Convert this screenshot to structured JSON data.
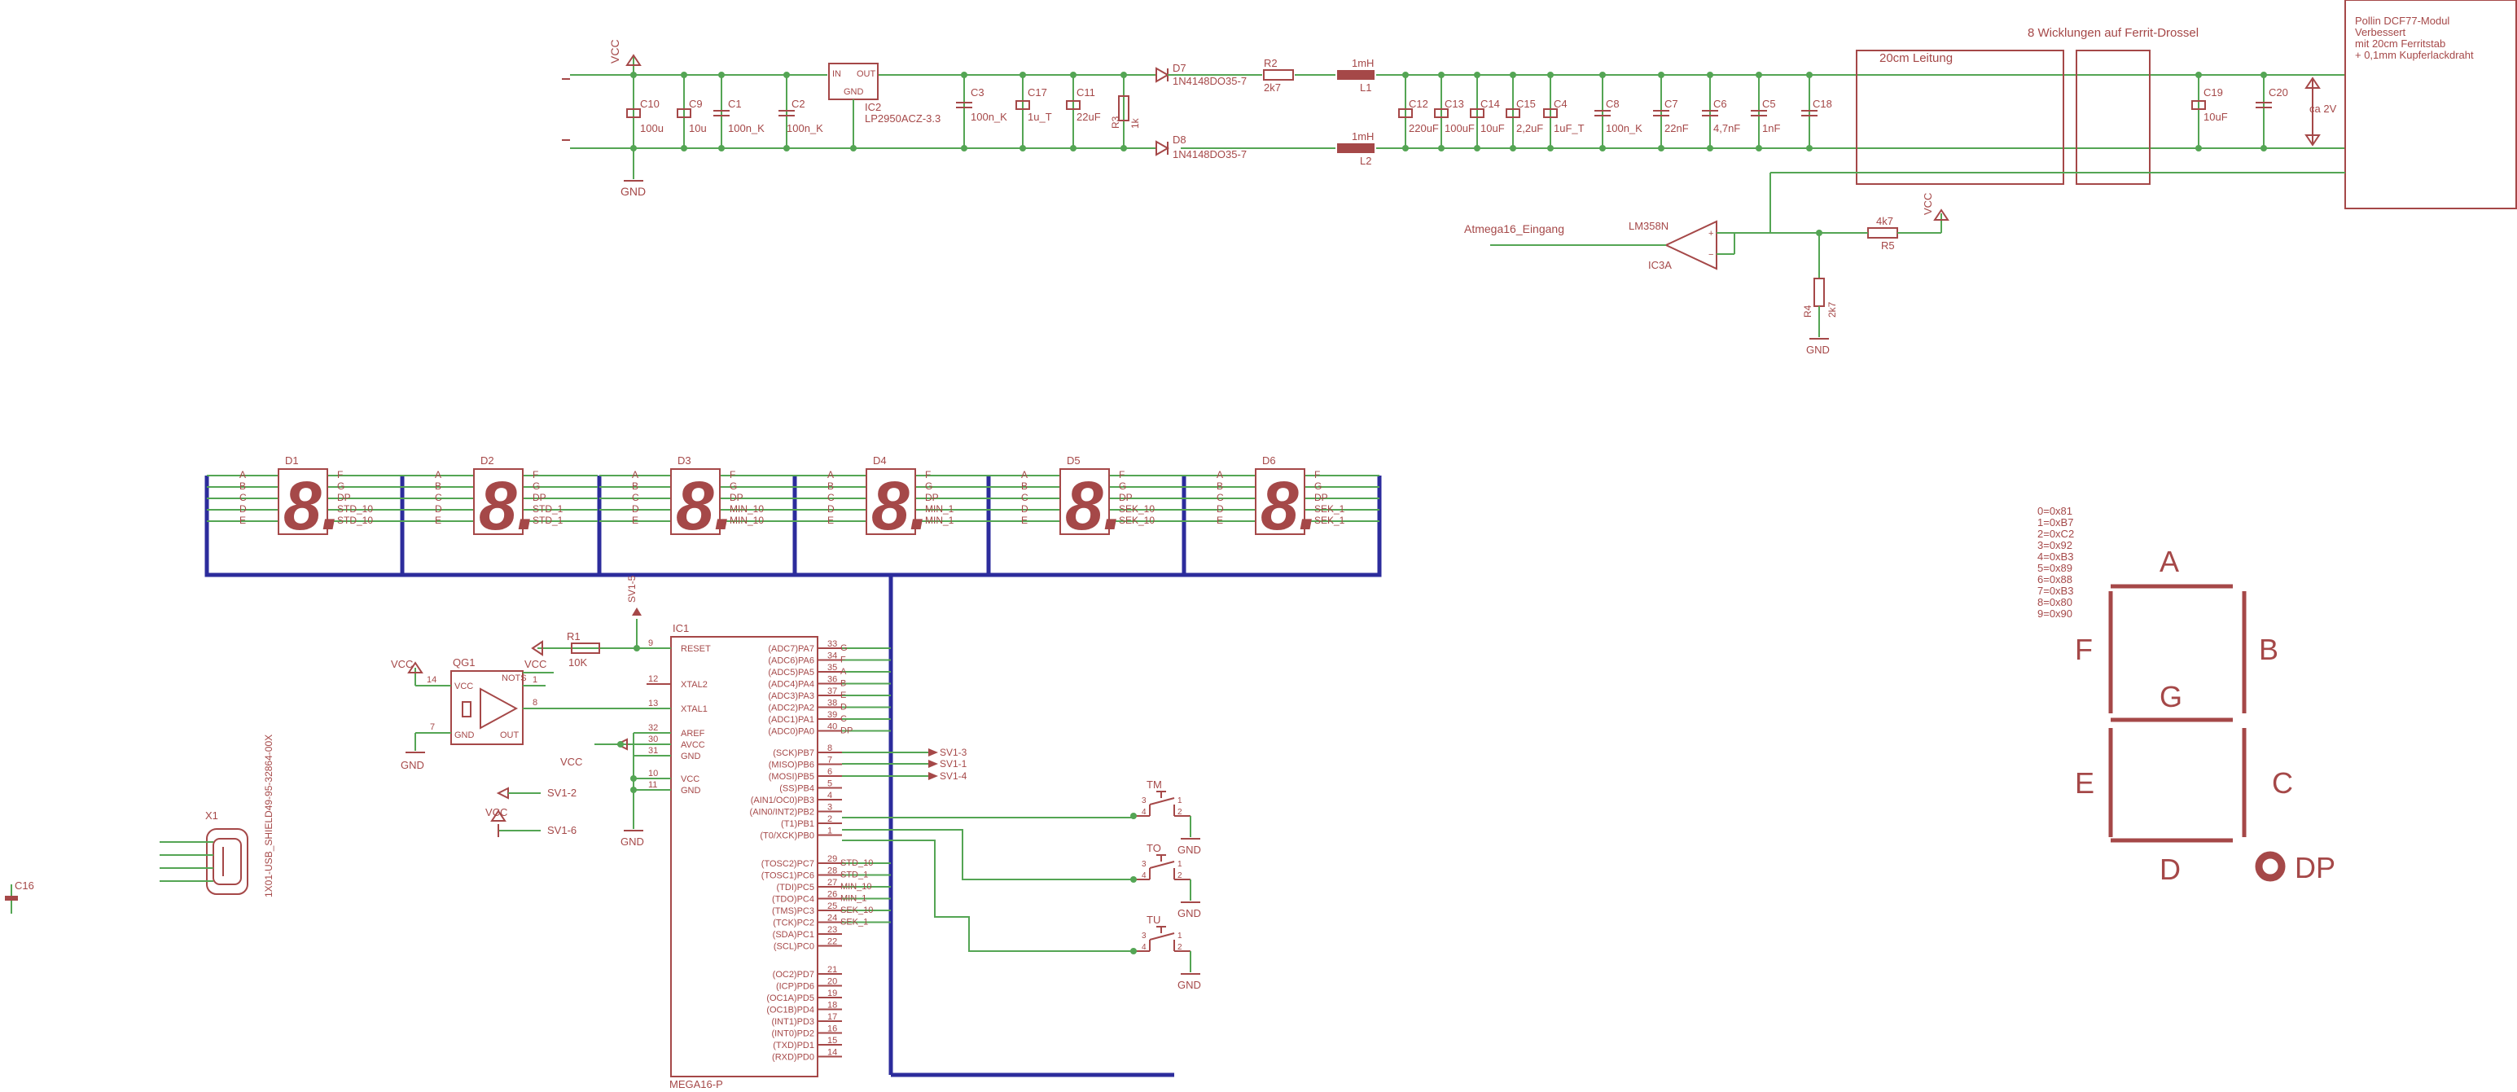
{
  "colors": {
    "wire": "#54a554",
    "bus": "#2c2c9c",
    "part": "#a54848",
    "background": "#ffffff"
  },
  "power": {
    "vcc": "VCC",
    "gnd": "GND",
    "caps": [
      {
        "name": "C10",
        "value": "100u"
      },
      {
        "name": "C9",
        "value": "10u"
      },
      {
        "name": "C1",
        "value": "100n_K"
      },
      {
        "name": "C2",
        "value": "100n_K"
      },
      {
        "name": "C3",
        "value": "100n_K"
      },
      {
        "name": "C17",
        "value": "1u_T"
      },
      {
        "name": "C11",
        "value": "22uF"
      }
    ],
    "regulator": {
      "name": "IC2",
      "part": "LP2950ACZ-3.3",
      "in": "IN",
      "out": "OUT",
      "gnd": "GND"
    },
    "r3": {
      "name": "R3",
      "value": "1k"
    },
    "d7": {
      "name": "D7",
      "part": "1N4148DO35-7"
    },
    "d8": {
      "name": "D8",
      "part": "1N4148DO35-7"
    },
    "r2": {
      "name": "R2",
      "value": "2k7"
    },
    "l1": {
      "name": "L1",
      "value": "1mH"
    },
    "l2": {
      "name": "L2",
      "value": "1mH"
    },
    "filter_caps": [
      {
        "name": "C12",
        "value": "220uF"
      },
      {
        "name": "C13",
        "value": "100uF"
      },
      {
        "name": "C14",
        "value": "10uF"
      },
      {
        "name": "C15",
        "value": "2,2uF"
      },
      {
        "name": "C4",
        "value": "1uF_T"
      },
      {
        "name": "C8",
        "value": "100n_K"
      },
      {
        "name": "C7",
        "value": "22nF"
      },
      {
        "name": "C6",
        "value": "4,7nF"
      },
      {
        "name": "C5",
        "value": "1nF"
      },
      {
        "name": "C18",
        "value": ""
      }
    ],
    "leitung": "20cm Leitung",
    "drossel": "8 Wicklungen auf Ferrit-Drossel",
    "c19": {
      "name": "C19",
      "value": "10uF"
    },
    "c20": {
      "name": "C20",
      "value": ""
    },
    "voltage": "ca 2V",
    "module": [
      "Pollin DCF77-Modul",
      "Verbessert",
      "mit 20cm Ferritstab",
      "+ 0,1mm Kupferlackdraht"
    ],
    "comparator": {
      "name": "IC3A",
      "part": "LM358N",
      "input_label": "Atmega16_Eingang"
    },
    "r5": {
      "name": "R5",
      "value": "4k7"
    },
    "r4": {
      "name": "R4",
      "value": "2k7"
    }
  },
  "displays": [
    {
      "name": "D1",
      "pins": [
        "F",
        "G",
        "DP",
        "STD_10",
        "STD_10"
      ]
    },
    {
      "name": "D2",
      "pins": [
        "F",
        "G",
        "DP",
        "STD_1",
        "STD_1"
      ]
    },
    {
      "name": "D3",
      "pins": [
        "F",
        "G",
        "DP",
        "MIN_10",
        "MIN_10"
      ]
    },
    {
      "name": "D4",
      "pins": [
        "F",
        "G",
        "DP",
        "MIN_1",
        "MIN_1"
      ]
    },
    {
      "name": "D5",
      "pins": [
        "F",
        "G",
        "DP",
        "SEK_10",
        "SEK_10"
      ]
    },
    {
      "name": "D6",
      "pins": [
        "F",
        "G",
        "DP",
        "SEK_1",
        "SEK_1"
      ]
    }
  ],
  "display_left_pins": [
    "A",
    "B",
    "C",
    "D",
    "E"
  ],
  "mcu": {
    "name": "IC1",
    "part": "MEGA16-P",
    "left_pins": [
      {
        "num": "9",
        "name": "RESET"
      },
      {
        "num": "12",
        "name": "XTAL2"
      },
      {
        "num": "13",
        "name": "XTAL1"
      },
      {
        "num": "32",
        "name": "AREF"
      },
      {
        "num": "30",
        "name": "AVCC"
      },
      {
        "num": "31",
        "name": "GND"
      },
      {
        "num": "10",
        "name": "VCC"
      },
      {
        "num": "11",
        "name": "GND"
      }
    ],
    "right_pins": [
      {
        "name": "(ADC7)PA7",
        "num": "33",
        "net": "G"
      },
      {
        "name": "(ADC6)PA6",
        "num": "34",
        "net": "F"
      },
      {
        "name": "(ADC5)PA5",
        "num": "35",
        "net": "A"
      },
      {
        "name": "(ADC4)PA4",
        "num": "36",
        "net": "B"
      },
      {
        "name": "(ADC3)PA3",
        "num": "37",
        "net": "E"
      },
      {
        "name": "(ADC2)PA2",
        "num": "38",
        "net": "D"
      },
      {
        "name": "(ADC1)PA1",
        "num": "39",
        "net": "C"
      },
      {
        "name": "(ADC0)PA0",
        "num": "40",
        "net": "DP"
      },
      {
        "name": "(SCK)PB7",
        "num": "8",
        "net": ""
      },
      {
        "name": "(MISO)PB6",
        "num": "7",
        "net": ""
      },
      {
        "name": "(MOSI)PB5",
        "num": "6",
        "net": ""
      },
      {
        "name": "(SS)PB4",
        "num": "5",
        "net": ""
      },
      {
        "name": "(AIN1/OC0)PB3",
        "num": "4",
        "net": ""
      },
      {
        "name": "(AIN0/INT2)PB2",
        "num": "3",
        "net": ""
      },
      {
        "name": "(T1)PB1",
        "num": "2",
        "net": ""
      },
      {
        "name": "(T0/XCK)PB0",
        "num": "1",
        "net": ""
      },
      {
        "name": "(TOSC2)PC7",
        "num": "29",
        "net": "STD_10"
      },
      {
        "name": "(TOSC1)PC6",
        "num": "28",
        "net": "STD_1"
      },
      {
        "name": "(TDI)PC5",
        "num": "27",
        "net": "MIN_10"
      },
      {
        "name": "(TDO)PC4",
        "num": "26",
        "net": "MIN_1"
      },
      {
        "name": "(TMS)PC3",
        "num": "25",
        "net": "SEK_10"
      },
      {
        "name": "(TCK)PC2",
        "num": "24",
        "net": "SEK_1"
      },
      {
        "name": "(SDA)PC1",
        "num": "23",
        "net": ""
      },
      {
        "name": "(SCL)PC0",
        "num": "22",
        "net": ""
      },
      {
        "name": "(OC2)PD7",
        "num": "21",
        "net": ""
      },
      {
        "name": "(ICP)PD6",
        "num": "20",
        "net": ""
      },
      {
        "name": "(OC1A)PD5",
        "num": "19",
        "net": ""
      },
      {
        "name": "(OC1B)PD4",
        "num": "18",
        "net": ""
      },
      {
        "name": "(INT1)PD3",
        "num": "17",
        "net": ""
      },
      {
        "name": "(INT0)PD2",
        "num": "16",
        "net": ""
      },
      {
        "name": "(TXD)PD1",
        "num": "15",
        "net": ""
      },
      {
        "name": "(RXD)PD0",
        "num": "14",
        "net": ""
      }
    ],
    "sv_labels": [
      "SV1-3",
      "SV1-1",
      "SV1-4"
    ]
  },
  "r1": {
    "name": "R1",
    "value": "10K"
  },
  "sv1_5": "SV1-5",
  "sv1_2": "SV1-2",
  "sv1_6": "SV1-6",
  "oscillator": {
    "name": "QG1",
    "pin_notes": "NOTS",
    "vcc": "VCC",
    "gnd": "GND",
    "out": "OUT",
    "pins": [
      "14",
      "7",
      "8",
      "1"
    ]
  },
  "buttons": [
    "TM",
    "TO",
    "TU"
  ],
  "button_pins": [
    "3",
    "4",
    "1",
    "2"
  ],
  "usb": {
    "name": "X1",
    "part": "1X01-USB_SHIELD49-95-32864-00X"
  },
  "c16": "C16",
  "segment_codes": [
    "0=0x81",
    "1=0xB7",
    "2=0xC2",
    "3=0x92",
    "4=0xB3",
    "5=0x89",
    "6=0x88",
    "7=0xB3",
    "8=0x80",
    "9=0x90"
  ],
  "segment_labels": {
    "a": "A",
    "b": "B",
    "c": "C",
    "d": "D",
    "e": "E",
    "f": "F",
    "g": "G",
    "dp": "DP"
  }
}
